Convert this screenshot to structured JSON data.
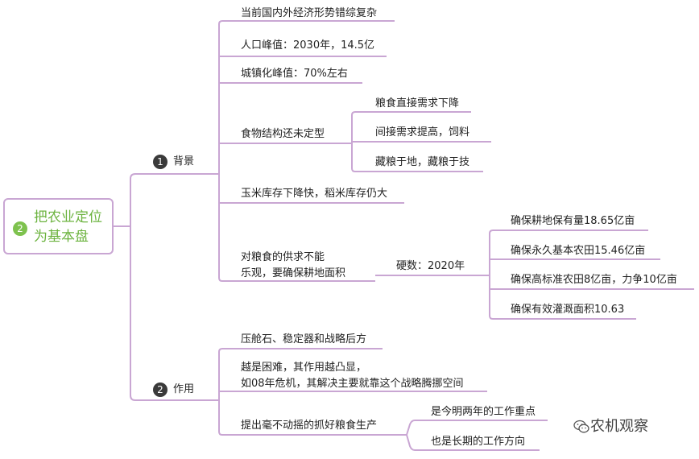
{
  "root": {
    "badge": "2",
    "label": "把农业定位\n为基本盘"
  },
  "branches": [
    {
      "badge": "1",
      "label": "背景"
    },
    {
      "badge": "2",
      "label": "作用"
    }
  ],
  "nodes": {
    "b1": "当前国内外经济形势错综复杂",
    "b2": "人口峰值：2030年，14.5亿",
    "b3": "城镇化峰值：70%左右",
    "b4": "食物结构还未定型",
    "b4a": "粮食直接需求下降",
    "b4b": "间接需求提高，饲料",
    "b4c": "藏粮于地，藏粮于技",
    "b5": "玉米库存下降快，稻米库存仍大",
    "b6": "对粮食的供求不能\n乐观，要确保耕地面积",
    "b6x": "硬数：2020年",
    "b6x1": "确保耕地保有量18.65亿亩",
    "b6x2": "确保永久基本农田15.46亿亩",
    "b6x3": "确保高标准农田8亿亩，力争10亿亩",
    "b6x4": "确保有效灌溉面积10.63",
    "r1": "压舱石、稳定器和战略后方",
    "r2": "越是困难，其作用越凸显，\n如08年危机，其解决主要就靠这个战略腾挪空间",
    "r3": "提出毫不动摇的抓好粮食生产",
    "r3a": "是今明两年的工作重点",
    "r3b": "也是长期的工作方向"
  },
  "watermark": {
    "icon": "wechat-icon",
    "text": "农机观察"
  },
  "colors": {
    "connector": "#c9a6d3",
    "root_text": "#6cb33f",
    "root_badge": "#7ec24e",
    "badge": "#3a3a3a"
  }
}
